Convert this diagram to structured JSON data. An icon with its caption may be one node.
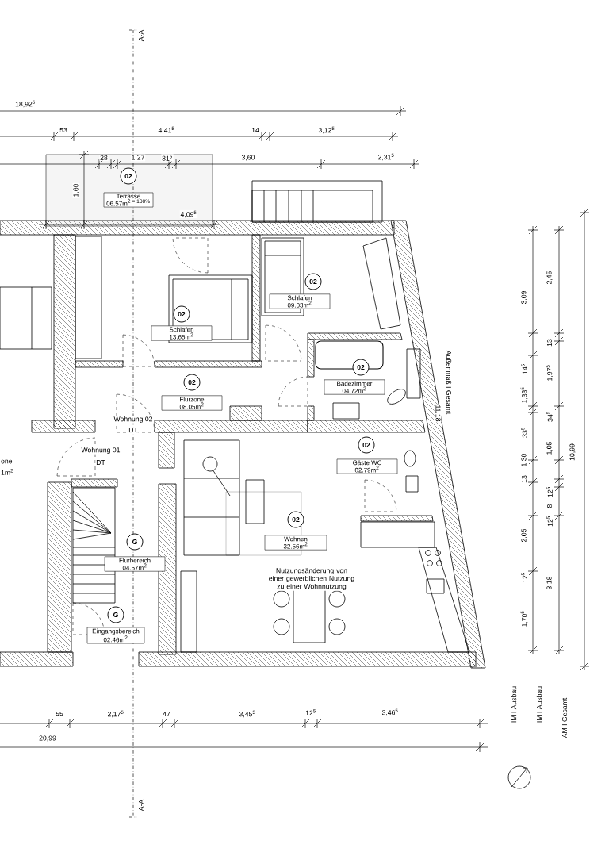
{
  "diagram": {
    "nodes": [
      {
        "text": [
          "02",
          "Terrasse",
          "06.57m$^{2 = 100%}$"
        ]
      },
      {
        "text": [
          "02",
          "Schlafen",
          "09.03m$^{2}$"
        ]
      },
      {
        "text": [
          "02",
          "Schlafen",
          "13.65m$^{2}$"
        ]
      },
      {
        "text": [
          "02",
          "Badezimmer",
          "04.72m$^{2}$"
        ]
      },
      {
        "text": [
          "02",
          "Flurzone",
          "08.05m$^{2}$"
        ]
      },
      {
        "text": [
          "02",
          "Gäste WC",
          "02.79m$^{2}$"
        ]
      },
      {
        "text": [
          "02",
          "Wohnen",
          "32.56m$^{2}$"
        ]
      },
      {
        "text": [
          "G",
          "Flurbereich",
          "04.57m$^{2}$"
        ]
      },
      {
        "text": [
          "G",
          "Eingangsbereich",
          "02.46m$^{2}$"
        ]
      }
    ],
    "labels": [
      "A-A",
      "18,92$^{5}$",
      "53",
      "4,41$^{5}$",
      "14",
      "3,12$^{5}$",
      "28",
      "1,27",
      "31$^{5}$",
      "3,60",
      "2,31$^{5}$",
      "1,60",
      "4,09$^{5}$",
      "3,09",
      "2,45",
      "13",
      "14$^{5}$",
      "1,97$^{5}$",
      "Außenmaß I Gesamt",
      "1,33$^{5}$",
      "11,18",
      "34$^{5}$",
      "Wohnung 02",
      "33$^{5}$",
      "DT",
      "1,05",
      "Wohnung 01",
      "10,99",
      "1,30",
      "one",
      "DT",
      "1m$^{2}$",
      "13",
      "12$^{5}$",
      "8",
      "12$^{5}$",
      "2,05",
      "12$^{5}$",
      "Nutzungsänderung von einer gewerblichen Nutzung zu einer Wohnnutzung",
      "3,18",
      "1,70$^{5}$",
      "IM I Ausbau",
      "IM I Ausbau",
      "AM I Gesamt",
      "55",
      "2,17$^{5}$",
      "47",
      "3,45$^{5}$",
      "12$^{5}$",
      "3,46$^{5}$",
      "20,99",
      "A-A"
    ]
  }
}
